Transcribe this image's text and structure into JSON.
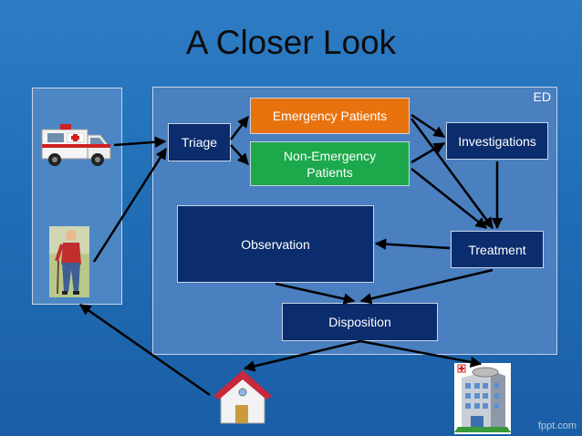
{
  "slide": {
    "title": "A Closer Look",
    "ed_label": "ED",
    "watermark": "fppt.com"
  },
  "nodes": {
    "triage": "Triage",
    "emergency_patients": "Emergency Patients",
    "non_emergency_patients": "Non-Emergency Patients",
    "investigations": "Investigations",
    "observation": "Observation",
    "treatment": "Treatment",
    "disposition": "Disposition"
  },
  "colors": {
    "background": "#2270b8",
    "box": "#0b2d6e",
    "emergency": "#e8730e",
    "non_emergency": "#1ca84b"
  },
  "icons": [
    "ambulance-icon",
    "elderly-man-icon",
    "house-icon",
    "hospital-icon"
  ]
}
